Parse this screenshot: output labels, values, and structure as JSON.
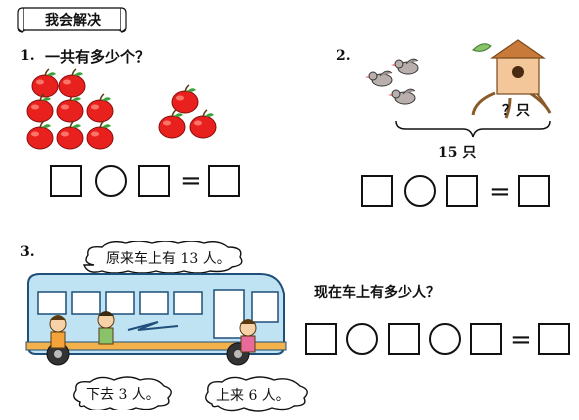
{
  "banner": {
    "title": "我会解决"
  },
  "problem1": {
    "number": "1.",
    "question": "一共有多少个？"
  },
  "problem2": {
    "number": "2.",
    "unknown": "？只",
    "total": "15 只"
  },
  "problem3": {
    "number": "3.",
    "cloud_top": "原来车上有 13 人。",
    "cloud_left": "下去 3 人。",
    "cloud_right": "上来 6 人。",
    "question": "现在车上有多少人？"
  },
  "icons": [
    "apple-icon",
    "bird-icon",
    "birdhouse-icon",
    "bus-icon",
    "child-icon"
  ],
  "colors": {
    "apple": "#e8211f",
    "bus": "#bfe3f2",
    "box": "#111111"
  }
}
